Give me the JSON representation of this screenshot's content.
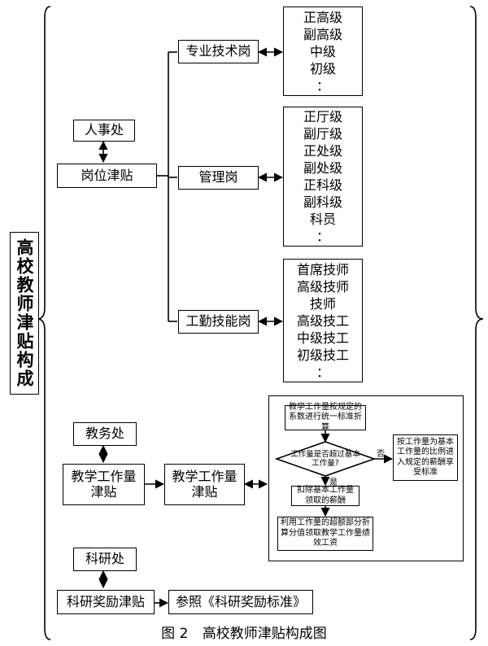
{
  "root": {
    "label": "高校教师津贴构成"
  },
  "personnel_office": {
    "label": "人事处"
  },
  "position_allowance": {
    "label": "岗位津贴"
  },
  "categories": [
    {
      "label": "专业技术岗",
      "levels": [
        "正高级",
        "副高级",
        "中级",
        "初级",
        "："
      ]
    },
    {
      "label": "管理岗",
      "levels": [
        "正厅级",
        "副厅级",
        "正处级",
        "副处级",
        "正科级",
        "副科级",
        "科员",
        "："
      ]
    },
    {
      "label": "工勤技能岗",
      "levels": [
        "首席技师",
        "高级技师",
        "技师",
        "高级技工",
        "中级技工",
        "初级技工",
        "："
      ]
    }
  ],
  "academic_affairs_office": {
    "label": "教务处"
  },
  "teaching_workload_allowance": {
    "label": "教学工作量津贴"
  },
  "teaching_workload_allowance_2": {
    "label": "教学工作量津贴"
  },
  "flow": {
    "step1": "教学工作量按规定的系数进行统一标准折算",
    "decision": "工作量是否超过基本工作量?",
    "no_label": "否",
    "yes_label": "是",
    "no_result": "按工作量为基本工作量的比例进入规定的薪酬享受标准",
    "step2": "扣除基本工作量领取的薪酬",
    "step3": "利用工作量的超额部分折算分值领取教学工作量绩效工资"
  },
  "research_office": {
    "label": "科研处"
  },
  "research_award_allowance": {
    "label": "科研奖励津贴"
  },
  "research_reference": {
    "label": "参照《科研奖励标准》"
  },
  "caption": {
    "figure": "图 2",
    "title": "高校教师津贴构成图"
  }
}
